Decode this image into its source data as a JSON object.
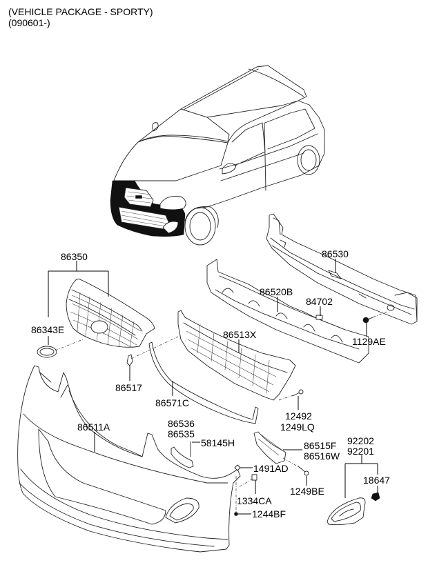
{
  "header": {
    "line1": "(VEHICLE PACKAGE - SPORTY)",
    "line2": "(090601-)"
  },
  "parts": {
    "p86350": "86350",
    "p86343E": "86343E",
    "p86530": "86530",
    "p86520B": "86520B",
    "p84702": "84702",
    "p1129AE": "1129AE",
    "p86513X": "86513X",
    "p86517": "86517",
    "p86571C": "86571C",
    "p12492": "12492",
    "p1249LQ": "1249LQ",
    "p86511A": "86511A",
    "p86536": "86536",
    "p86535": "86535",
    "p58145H": "58145H",
    "p86515F": "86515F",
    "p86516W": "86516W",
    "p92202": "92202",
    "p92201": "92201",
    "p18647": "18647",
    "p1491AD": "1491AD",
    "p1249BE": "1249BE",
    "p1334CA": "1334CA",
    "p1244BF": "1244BF"
  },
  "icons": {
    "vehicle": "hatchback-vehicle-illustration",
    "emblem": "kia-emblem"
  }
}
